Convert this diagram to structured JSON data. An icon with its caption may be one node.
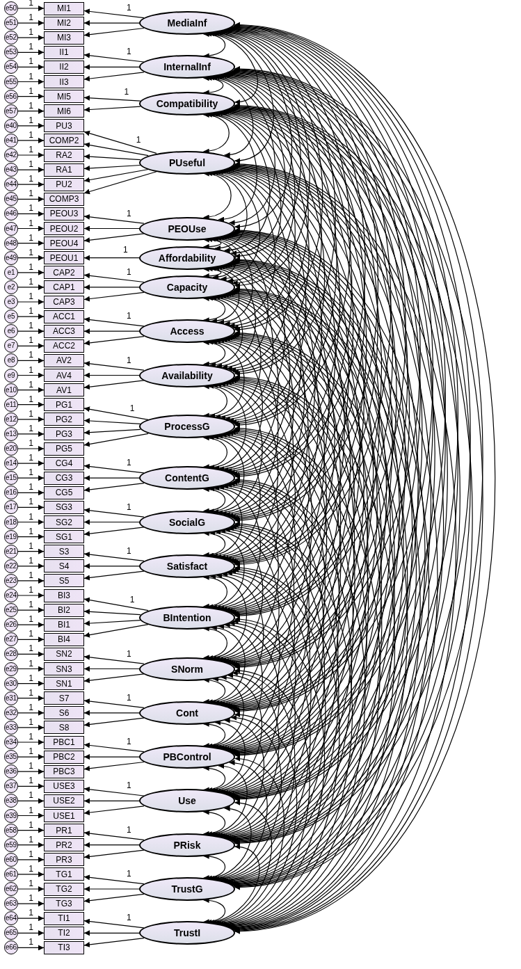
{
  "diagram": {
    "nodes": [
      {
        "text": [
          "MediaInf"
        ]
      },
      {
        "text": [
          "InternalInf"
        ]
      },
      {
        "text": [
          "Compatibility"
        ]
      },
      {
        "text": [
          "PUseful"
        ]
      },
      {
        "text": [
          "PEOUse"
        ]
      },
      {
        "text": [
          "Affordability"
        ]
      },
      {
        "text": [
          "Capacity"
        ]
      },
      {
        "text": [
          "Access"
        ]
      },
      {
        "text": [
          "Availability"
        ]
      },
      {
        "text": [
          "ProcessG"
        ]
      },
      {
        "text": [
          "ContentG"
        ]
      },
      {
        "text": [
          "SocialG"
        ]
      },
      {
        "text": [
          "Satisfact"
        ]
      },
      {
        "text": [
          "BIntention"
        ]
      },
      {
        "text": [
          "SNorm"
        ]
      },
      {
        "text": [
          "Cont"
        ]
      },
      {
        "text": [
          "PBControl"
        ]
      },
      {
        "text": [
          "Use"
        ]
      },
      {
        "text": [
          "PRisk"
        ]
      },
      {
        "text": [
          "TrustG"
        ]
      },
      {
        "text": [
          "TrustI"
        ]
      },
      {
        "text": [
          "MI1"
        ]
      },
      {
        "text": [
          "MI2"
        ]
      },
      {
        "text": [
          "MI3"
        ]
      },
      {
        "text": [
          "II1"
        ]
      },
      {
        "text": [
          "II2"
        ]
      },
      {
        "text": [
          "II3"
        ]
      },
      {
        "text": [
          "MI5"
        ]
      },
      {
        "text": [
          "MI6"
        ]
      },
      {
        "text": [
          "PU3"
        ]
      },
      {
        "text": [
          "COMP2"
        ]
      },
      {
        "text": [
          "RA2"
        ]
      },
      {
        "text": [
          "RA1"
        ]
      },
      {
        "text": [
          "PU2"
        ]
      },
      {
        "text": [
          "COMP3"
        ]
      },
      {
        "text": [
          "PEOU3"
        ]
      },
      {
        "text": [
          "PEOU2"
        ]
      },
      {
        "text": [
          "PEOU4"
        ]
      },
      {
        "text": [
          "PEOU1"
        ]
      },
      {
        "text": [
          "CAP2"
        ]
      },
      {
        "text": [
          "CAP1"
        ]
      },
      {
        "text": [
          "CAP3"
        ]
      },
      {
        "text": [
          "ACC1"
        ]
      },
      {
        "text": [
          "ACC3"
        ]
      },
      {
        "text": [
          "ACC2"
        ]
      },
      {
        "text": [
          "AV2"
        ]
      },
      {
        "text": [
          "AV4"
        ]
      },
      {
        "text": [
          "AV1"
        ]
      },
      {
        "text": [
          "PG1"
        ]
      },
      {
        "text": [
          "PG2"
        ]
      },
      {
        "text": [
          "PG3"
        ]
      },
      {
        "text": [
          "PG5"
        ]
      },
      {
        "text": [
          "CG4"
        ]
      },
      {
        "text": [
          "CG3"
        ]
      },
      {
        "text": [
          "CG5"
        ]
      },
      {
        "text": [
          "SG3"
        ]
      },
      {
        "text": [
          "SG2"
        ]
      },
      {
        "text": [
          "SG1"
        ]
      },
      {
        "text": [
          "S3"
        ]
      },
      {
        "text": [
          "S4"
        ]
      },
      {
        "text": [
          "S5"
        ]
      },
      {
        "text": [
          "BI3"
        ]
      },
      {
        "text": [
          "BI2"
        ]
      },
      {
        "text": [
          "BI1"
        ]
      },
      {
        "text": [
          "BI4"
        ]
      },
      {
        "text": [
          "SN2"
        ]
      },
      {
        "text": [
          "SN3"
        ]
      },
      {
        "text": [
          "SN1"
        ]
      },
      {
        "text": [
          "S7"
        ]
      },
      {
        "text": [
          "S6"
        ]
      },
      {
        "text": [
          "S8"
        ]
      },
      {
        "text": [
          "PBC1"
        ]
      },
      {
        "text": [
          "PBC2"
        ]
      },
      {
        "text": [
          "PBC3"
        ]
      },
      {
        "text": [
          "USE3"
        ]
      },
      {
        "text": [
          "USE2"
        ]
      },
      {
        "text": [
          "USE1"
        ]
      },
      {
        "text": [
          "PR1"
        ]
      },
      {
        "text": [
          "PR2"
        ]
      },
      {
        "text": [
          "PR3"
        ]
      },
      {
        "text": [
          "TG1"
        ]
      },
      {
        "text": [
          "TG2"
        ]
      },
      {
        "text": [
          "TG3"
        ]
      },
      {
        "text": [
          "TI1"
        ]
      },
      {
        "text": [
          "TI2"
        ]
      },
      {
        "text": [
          "TI3"
        ]
      },
      {
        "text": [
          "e50"
        ]
      },
      {
        "text": [
          "e51"
        ]
      },
      {
        "text": [
          "e52"
        ]
      },
      {
        "text": [
          "e53"
        ]
      },
      {
        "text": [
          "e54"
        ]
      },
      {
        "text": [
          "e55"
        ]
      },
      {
        "text": [
          "e56"
        ]
      },
      {
        "text": [
          "e57"
        ]
      },
      {
        "text": [
          "e40"
        ]
      },
      {
        "text": [
          "e41"
        ]
      },
      {
        "text": [
          "e42"
        ]
      },
      {
        "text": [
          "e43"
        ]
      },
      {
        "text": [
          "e44"
        ]
      },
      {
        "text": [
          "e45"
        ]
      },
      {
        "text": [
          "e46"
        ]
      },
      {
        "text": [
          "e47"
        ]
      },
      {
        "text": [
          "e48"
        ]
      },
      {
        "text": [
          "e49"
        ]
      },
      {
        "text": [
          "e1"
        ]
      },
      {
        "text": [
          "e2"
        ]
      },
      {
        "text": [
          "e3"
        ]
      },
      {
        "text": [
          "e5"
        ]
      },
      {
        "text": [
          "e6"
        ]
      },
      {
        "text": [
          "e7"
        ]
      },
      {
        "text": [
          "e8"
        ]
      },
      {
        "text": [
          "e9"
        ]
      },
      {
        "text": [
          "e10"
        ]
      },
      {
        "text": [
          "e11"
        ]
      },
      {
        "text": [
          "e12"
        ]
      },
      {
        "text": [
          "e13"
        ]
      },
      {
        "text": [
          "e20"
        ]
      },
      {
        "text": [
          "e14"
        ]
      },
      {
        "text": [
          "e15"
        ]
      },
      {
        "text": [
          "e16"
        ]
      },
      {
        "text": [
          "e17"
        ]
      },
      {
        "text": [
          "e18"
        ]
      },
      {
        "text": [
          "e19"
        ]
      },
      {
        "text": [
          "e21"
        ]
      },
      {
        "text": [
          "e22"
        ]
      },
      {
        "text": [
          "e23"
        ]
      },
      {
        "text": [
          "e24"
        ]
      },
      {
        "text": [
          "e25"
        ]
      },
      {
        "text": [
          "e26"
        ]
      },
      {
        "text": [
          "e27"
        ]
      },
      {
        "text": [
          "e28"
        ]
      },
      {
        "text": [
          "e29"
        ]
      },
      {
        "text": [
          "e30"
        ]
      },
      {
        "text": [
          "e31"
        ]
      },
      {
        "text": [
          "e32"
        ]
      },
      {
        "text": [
          "e33"
        ]
      },
      {
        "text": [
          "e34"
        ]
      },
      {
        "text": [
          "e35"
        ]
      },
      {
        "text": [
          "e36"
        ]
      },
      {
        "text": [
          "e37"
        ]
      },
      {
        "text": [
          "e38"
        ]
      },
      {
        "text": [
          "e39"
        ]
      },
      {
        "text": [
          "e58"
        ]
      },
      {
        "text": [
          "e59"
        ]
      },
      {
        "text": [
          "e60"
        ]
      },
      {
        "text": [
          "e61"
        ]
      },
      {
        "text": [
          "e62"
        ]
      },
      {
        "text": [
          "e63"
        ]
      },
      {
        "text": [
          "e64"
        ]
      },
      {
        "text": [
          "e65"
        ]
      },
      {
        "text": [
          "e66"
        ]
      }
    ],
    "edges": [
      {
        "from": 86,
        "to": 21,
        "arrow": "to",
        "label": "1"
      },
      {
        "from": 87,
        "to": 22,
        "arrow": "to",
        "label": "1"
      },
      {
        "from": 88,
        "to": 23,
        "arrow": "to",
        "label": "1"
      },
      {
        "from": 89,
        "to": 24,
        "arrow": "to",
        "label": "1"
      },
      {
        "from": 90,
        "to": 25,
        "arrow": "to",
        "label": "1"
      },
      {
        "from": 91,
        "to": 26,
        "arrow": "to",
        "label": "1"
      },
      {
        "from": 92,
        "to": 27,
        "arrow": "to",
        "label": "1"
      },
      {
        "from": 93,
        "to": 28,
        "arrow": "to",
        "label": "1"
      },
      {
        "from": 94,
        "to": 29,
        "arrow": "to",
        "label": "1"
      },
      {
        "from": 95,
        "to": 30,
        "arrow": "to",
        "label": "1"
      },
      {
        "from": 96,
        "to": 31,
        "arrow": "to",
        "label": "1"
      },
      {
        "from": 97,
        "to": 32,
        "arrow": "to",
        "label": "1"
      },
      {
        "from": 98,
        "to": 33,
        "arrow": "to",
        "label": "1"
      },
      {
        "from": 99,
        "to": 34,
        "arrow": "to",
        "label": "1"
      },
      {
        "from": 100,
        "to": 35,
        "arrow": "to",
        "label": "1"
      },
      {
        "from": 101,
        "to": 36,
        "arrow": "to",
        "label": "1"
      },
      {
        "from": 102,
        "to": 37,
        "arrow": "to",
        "label": "1"
      },
      {
        "from": 103,
        "to": 38,
        "arrow": "to",
        "label": "1"
      },
      {
        "from": 104,
        "to": 39,
        "arrow": "to",
        "label": "1"
      },
      {
        "from": 105,
        "to": 40,
        "arrow": "to",
        "label": "1"
      },
      {
        "from": 106,
        "to": 41,
        "arrow": "to",
        "label": "1"
      },
      {
        "from": 107,
        "to": 42,
        "arrow": "to",
        "label": "1"
      },
      {
        "from": 108,
        "to": 43,
        "arrow": "to",
        "label": "1"
      },
      {
        "from": 109,
        "to": 44,
        "arrow": "to",
        "label": "1"
      },
      {
        "from": 110,
        "to": 45,
        "arrow": "to",
        "label": "1"
      },
      {
        "from": 111,
        "to": 46,
        "arrow": "to",
        "label": "1"
      },
      {
        "from": 112,
        "to": 47,
        "arrow": "to",
        "label": "1"
      },
      {
        "from": 113,
        "to": 48,
        "arrow": "to",
        "label": "1"
      },
      {
        "from": 114,
        "to": 49,
        "arrow": "to",
        "label": "1"
      },
      {
        "from": 115,
        "to": 50,
        "arrow": "to",
        "label": "1"
      },
      {
        "from": 116,
        "to": 51,
        "arrow": "to",
        "label": "1"
      },
      {
        "from": 117,
        "to": 52,
        "arrow": "to",
        "label": "1"
      },
      {
        "from": 118,
        "to": 53,
        "arrow": "to",
        "label": "1"
      },
      {
        "from": 119,
        "to": 54,
        "arrow": "to",
        "label": "1"
      },
      {
        "from": 120,
        "to": 55,
        "arrow": "to",
        "label": "1"
      },
      {
        "from": 121,
        "to": 56,
        "arrow": "to",
        "label": "1"
      },
      {
        "from": 122,
        "to": 57,
        "arrow": "to",
        "label": "1"
      },
      {
        "from": 123,
        "to": 58,
        "arrow": "to",
        "label": "1"
      },
      {
        "from": 124,
        "to": 59,
        "arrow": "to",
        "label": "1"
      },
      {
        "from": 125,
        "to": 60,
        "arrow": "to",
        "label": "1"
      },
      {
        "from": 126,
        "to": 61,
        "arrow": "to",
        "label": "1"
      },
      {
        "from": 127,
        "to": 62,
        "arrow": "to",
        "label": "1"
      },
      {
        "from": 128,
        "to": 63,
        "arrow": "to",
        "label": "1"
      },
      {
        "from": 129,
        "to": 64,
        "arrow": "to",
        "label": "1"
      },
      {
        "from": 130,
        "to": 65,
        "arrow": "to",
        "label": "1"
      },
      {
        "from": 131,
        "to": 66,
        "arrow": "to",
        "label": "1"
      },
      {
        "from": 132,
        "to": 67,
        "arrow": "to",
        "label": "1"
      },
      {
        "from": 133,
        "to": 68,
        "arrow": "to",
        "label": "1"
      },
      {
        "from": 134,
        "to": 69,
        "arrow": "to",
        "label": "1"
      },
      {
        "from": 135,
        "to": 70,
        "arrow": "to",
        "label": "1"
      },
      {
        "from": 136,
        "to": 71,
        "arrow": "to",
        "label": "1"
      },
      {
        "from": 137,
        "to": 72,
        "arrow": "to",
        "label": "1"
      },
      {
        "from": 138,
        "to": 73,
        "arrow": "to",
        "label": "1"
      },
      {
        "from": 139,
        "to": 74,
        "arrow": "to",
        "label": "1"
      },
      {
        "from": 140,
        "to": 75,
        "arrow": "to",
        "label": "1"
      },
      {
        "from": 141,
        "to": 76,
        "arrow": "to",
        "label": "1"
      },
      {
        "from": 142,
        "to": 77,
        "arrow": "to",
        "label": "1"
      },
      {
        "from": 143,
        "to": 78,
        "arrow": "to",
        "label": "1"
      },
      {
        "from": 144,
        "to": 79,
        "arrow": "to",
        "label": "1"
      },
      {
        "from": 145,
        "to": 80,
        "arrow": "to",
        "label": "1"
      },
      {
        "from": 146,
        "to": 81,
        "arrow": "to",
        "label": "1"
      },
      {
        "from": 147,
        "to": 82,
        "arrow": "to",
        "label": "1"
      },
      {
        "from": 148,
        "to": 83,
        "arrow": "to",
        "label": "1"
      },
      {
        "from": 149,
        "to": 84,
        "arrow": "to",
        "label": "1"
      },
      {
        "from": 150,
        "to": 85,
        "arrow": "to",
        "label": "1"
      },
      {
        "from": 0,
        "to": 21,
        "arrow": "to",
        "label": "1"
      },
      {
        "from": 0,
        "to": 22,
        "arrow": "to"
      },
      {
        "from": 0,
        "to": 23,
        "arrow": "to"
      },
      {
        "from": 1,
        "to": 24,
        "arrow": "to",
        "label": "1"
      },
      {
        "from": 1,
        "to": 25,
        "arrow": "to"
      },
      {
        "from": 1,
        "to": 26,
        "arrow": "to"
      },
      {
        "from": 2,
        "to": 27,
        "arrow": "to",
        "label": "1"
      },
      {
        "from": 2,
        "to": 28,
        "arrow": "to"
      },
      {
        "from": 3,
        "to": 29,
        "arrow": "to",
        "label": "1"
      },
      {
        "from": 3,
        "to": 30,
        "arrow": "to"
      },
      {
        "from": 3,
        "to": 31,
        "arrow": "to"
      },
      {
        "from": 3,
        "to": 32,
        "arrow": "to"
      },
      {
        "from": 3,
        "to": 33,
        "arrow": "to"
      },
      {
        "from": 3,
        "to": 34,
        "arrow": "to"
      },
      {
        "from": 4,
        "to": 35,
        "arrow": "to",
        "label": "1"
      },
      {
        "from": 4,
        "to": 36,
        "arrow": "to"
      },
      {
        "from": 4,
        "to": 37,
        "arrow": "to"
      },
      {
        "from": 5,
        "to": 38,
        "arrow": "to",
        "label": "1"
      },
      {
        "from": 6,
        "to": 39,
        "arrow": "to",
        "label": "1"
      },
      {
        "from": 6,
        "to": 40,
        "arrow": "to"
      },
      {
        "from": 6,
        "to": 41,
        "arrow": "to"
      },
      {
        "from": 7,
        "to": 42,
        "arrow": "to",
        "label": "1"
      },
      {
        "from": 7,
        "to": 43,
        "arrow": "to"
      },
      {
        "from": 7,
        "to": 44,
        "arrow": "to"
      },
      {
        "from": 8,
        "to": 45,
        "arrow": "to",
        "label": "1"
      },
      {
        "from": 8,
        "to": 46,
        "arrow": "to"
      },
      {
        "from": 8,
        "to": 47,
        "arrow": "to"
      },
      {
        "from": 9,
        "to": 48,
        "arrow": "to",
        "label": "1"
      },
      {
        "from": 9,
        "to": 49,
        "arrow": "to"
      },
      {
        "from": 9,
        "to": 50,
        "arrow": "to"
      },
      {
        "from": 9,
        "to": 51,
        "arrow": "to"
      },
      {
        "from": 10,
        "to": 52,
        "arrow": "to",
        "label": "1"
      },
      {
        "from": 10,
        "to": 53,
        "arrow": "to"
      },
      {
        "from": 10,
        "to": 54,
        "arrow": "to"
      },
      {
        "from": 11,
        "to": 55,
        "arrow": "to",
        "label": "1"
      },
      {
        "from": 11,
        "to": 56,
        "arrow": "to"
      },
      {
        "from": 11,
        "to": 57,
        "arrow": "to"
      },
      {
        "from": 12,
        "to": 58,
        "arrow": "to",
        "label": "1"
      },
      {
        "from": 12,
        "to": 59,
        "arrow": "to"
      },
      {
        "from": 12,
        "to": 60,
        "arrow": "to"
      },
      {
        "from": 13,
        "to": 61,
        "arrow": "to",
        "label": "1"
      },
      {
        "from": 13,
        "to": 62,
        "arrow": "to"
      },
      {
        "from": 13,
        "to": 63,
        "arrow": "to"
      },
      {
        "from": 13,
        "to": 64,
        "arrow": "to"
      },
      {
        "from": 14,
        "to": 65,
        "arrow": "to",
        "label": "1"
      },
      {
        "from": 14,
        "to": 66,
        "arrow": "to"
      },
      {
        "from": 14,
        "to": 67,
        "arrow": "to"
      },
      {
        "from": 15,
        "to": 68,
        "arrow": "to",
        "label": "1"
      },
      {
        "from": 15,
        "to": 69,
        "arrow": "to"
      },
      {
        "from": 15,
        "to": 70,
        "arrow": "to"
      },
      {
        "from": 16,
        "to": 71,
        "arrow": "to",
        "label": "1"
      },
      {
        "from": 16,
        "to": 72,
        "arrow": "to"
      },
      {
        "from": 16,
        "to": 73,
        "arrow": "to"
      },
      {
        "from": 17,
        "to": 74,
        "arrow": "to",
        "label": "1"
      },
      {
        "from": 17,
        "to": 75,
        "arrow": "to"
      },
      {
        "from": 17,
        "to": 76,
        "arrow": "to"
      },
      {
        "from": 18,
        "to": 77,
        "arrow": "to",
        "label": "1"
      },
      {
        "from": 18,
        "to": 78,
        "arrow": "to"
      },
      {
        "from": 18,
        "to": 79,
        "arrow": "to"
      },
      {
        "from": 19,
        "to": 80,
        "arrow": "to",
        "label": "1"
      },
      {
        "from": 19,
        "to": 81,
        "arrow": "to"
      },
      {
        "from": 19,
        "to": 82,
        "arrow": "to"
      },
      {
        "from": 20,
        "to": 83,
        "arrow": "to",
        "label": "1"
      },
      {
        "from": 20,
        "to": 84,
        "arrow": "to"
      },
      {
        "from": 20,
        "to": 85,
        "arrow": "to"
      },
      {
        "from": 0,
        "to": 1,
        "arrow": "both"
      },
      {
        "from": 0,
        "to": 2,
        "arrow": "both"
      },
      {
        "from": 0,
        "to": 3,
        "arrow": "both"
      },
      {
        "from": 0,
        "to": 4,
        "arrow": "both"
      },
      {
        "from": 0,
        "to": 5,
        "arrow": "both"
      },
      {
        "from": 0,
        "to": 6,
        "arrow": "both"
      },
      {
        "from": 0,
        "to": 7,
        "arrow": "both"
      },
      {
        "from": 0,
        "to": 8,
        "arrow": "both"
      },
      {
        "from": 0,
        "to": 9,
        "arrow": "both"
      },
      {
        "from": 0,
        "to": 10,
        "arrow": "both"
      },
      {
        "from": 0,
        "to": 11,
        "arrow": "both"
      },
      {
        "from": 0,
        "to": 12,
        "arrow": "both"
      },
      {
        "from": 0,
        "to": 13,
        "arrow": "both"
      },
      {
        "from": 0,
        "to": 14,
        "arrow": "both"
      },
      {
        "from": 0,
        "to": 15,
        "arrow": "both"
      },
      {
        "from": 0,
        "to": 16,
        "arrow": "both"
      },
      {
        "from": 0,
        "to": 17,
        "arrow": "both"
      },
      {
        "from": 0,
        "to": 18,
        "arrow": "both"
      },
      {
        "from": 0,
        "to": 19,
        "arrow": "both"
      },
      {
        "from": 0,
        "to": 20,
        "arrow": "both"
      },
      {
        "from": 1,
        "to": 2,
        "arrow": "both"
      },
      {
        "from": 1,
        "to": 3,
        "arrow": "both"
      },
      {
        "from": 1,
        "to": 4,
        "arrow": "both"
      },
      {
        "from": 1,
        "to": 5,
        "arrow": "both"
      },
      {
        "from": 1,
        "to": 6,
        "arrow": "both"
      },
      {
        "from": 1,
        "to": 7,
        "arrow": "both"
      },
      {
        "from": 1,
        "to": 8,
        "arrow": "both"
      },
      {
        "from": 1,
        "to": 9,
        "arrow": "both"
      },
      {
        "from": 1,
        "to": 10,
        "arrow": "both"
      },
      {
        "from": 1,
        "to": 11,
        "arrow": "both"
      },
      {
        "from": 1,
        "to": 12,
        "arrow": "both"
      },
      {
        "from": 1,
        "to": 13,
        "arrow": "both"
      },
      {
        "from": 1,
        "to": 14,
        "arrow": "both"
      },
      {
        "from": 1,
        "to": 15,
        "arrow": "both"
      },
      {
        "from": 1,
        "to": 16,
        "arrow": "both"
      },
      {
        "from": 1,
        "to": 17,
        "arrow": "both"
      },
      {
        "from": 1,
        "to": 18,
        "arrow": "both"
      },
      {
        "from": 1,
        "to": 19,
        "arrow": "both"
      },
      {
        "from": 1,
        "to": 20,
        "arrow": "both"
      },
      {
        "from": 2,
        "to": 3,
        "arrow": "both"
      },
      {
        "from": 2,
        "to": 4,
        "arrow": "both"
      },
      {
        "from": 2,
        "to": 5,
        "arrow": "both"
      },
      {
        "from": 2,
        "to": 6,
        "arrow": "both"
      },
      {
        "from": 2,
        "to": 7,
        "arrow": "both"
      },
      {
        "from": 2,
        "to": 8,
        "arrow": "both"
      },
      {
        "from": 2,
        "to": 9,
        "arrow": "both"
      },
      {
        "from": 2,
        "to": 10,
        "arrow": "both"
      },
      {
        "from": 2,
        "to": 11,
        "arrow": "both"
      },
      {
        "from": 2,
        "to": 12,
        "arrow": "both"
      },
      {
        "from": 2,
        "to": 13,
        "arrow": "both"
      },
      {
        "from": 2,
        "to": 14,
        "arrow": "both"
      },
      {
        "from": 2,
        "to": 15,
        "arrow": "both"
      },
      {
        "from": 2,
        "to": 16,
        "arrow": "both"
      },
      {
        "from": 2,
        "to": 17,
        "arrow": "both"
      },
      {
        "from": 2,
        "to": 18,
        "arrow": "both"
      },
      {
        "from": 2,
        "to": 19,
        "arrow": "both"
      },
      {
        "from": 2,
        "to": 20,
        "arrow": "both"
      },
      {
        "from": 3,
        "to": 4,
        "arrow": "both"
      },
      {
        "from": 3,
        "to": 5,
        "arrow": "both"
      },
      {
        "from": 3,
        "to": 6,
        "arrow": "both"
      },
      {
        "from": 3,
        "to": 7,
        "arrow": "both"
      },
      {
        "from": 3,
        "to": 8,
        "arrow": "both"
      },
      {
        "from": 3,
        "to": 9,
        "arrow": "both"
      },
      {
        "from": 3,
        "to": 10,
        "arrow": "both"
      },
      {
        "from": 3,
        "to": 11,
        "arrow": "both"
      },
      {
        "from": 3,
        "to": 12,
        "arrow": "both"
      },
      {
        "from": 3,
        "to": 13,
        "arrow": "both"
      },
      {
        "from": 3,
        "to": 14,
        "arrow": "both"
      },
      {
        "from": 3,
        "to": 15,
        "arrow": "both"
      },
      {
        "from": 3,
        "to": 16,
        "arrow": "both"
      },
      {
        "from": 3,
        "to": 17,
        "arrow": "both"
      },
      {
        "from": 3,
        "to": 18,
        "arrow": "both"
      },
      {
        "from": 3,
        "to": 19,
        "arrow": "both"
      },
      {
        "from": 3,
        "to": 20,
        "arrow": "both"
      },
      {
        "from": 4,
        "to": 5,
        "arrow": "both"
      },
      {
        "from": 4,
        "to": 6,
        "arrow": "both"
      },
      {
        "from": 4,
        "to": 7,
        "arrow": "both"
      },
      {
        "from": 4,
        "to": 8,
        "arrow": "both"
      },
      {
        "from": 4,
        "to": 9,
        "arrow": "both"
      },
      {
        "from": 4,
        "to": 10,
        "arrow": "both"
      },
      {
        "from": 4,
        "to": 11,
        "arrow": "both"
      },
      {
        "from": 4,
        "to": 12,
        "arrow": "both"
      },
      {
        "from": 4,
        "to": 13,
        "arrow": "both"
      },
      {
        "from": 4,
        "to": 14,
        "arrow": "both"
      },
      {
        "from": 4,
        "to": 15,
        "arrow": "both"
      },
      {
        "from": 4,
        "to": 16,
        "arrow": "both"
      },
      {
        "from": 4,
        "to": 17,
        "arrow": "both"
      },
      {
        "from": 4,
        "to": 18,
        "arrow": "both"
      },
      {
        "from": 4,
        "to": 19,
        "arrow": "both"
      },
      {
        "from": 4,
        "to": 20,
        "arrow": "both"
      },
      {
        "from": 5,
        "to": 6,
        "arrow": "both"
      },
      {
        "from": 5,
        "to": 7,
        "arrow": "both"
      },
      {
        "from": 5,
        "to": 8,
        "arrow": "both"
      },
      {
        "from": 5,
        "to": 9,
        "arrow": "both"
      },
      {
        "from": 5,
        "to": 10,
        "arrow": "both"
      },
      {
        "from": 5,
        "to": 11,
        "arrow": "both"
      },
      {
        "from": 5,
        "to": 12,
        "arrow": "both"
      },
      {
        "from": 5,
        "to": 13,
        "arrow": "both"
      },
      {
        "from": 5,
        "to": 14,
        "arrow": "both"
      },
      {
        "from": 5,
        "to": 15,
        "arrow": "both"
      },
      {
        "from": 5,
        "to": 16,
        "arrow": "both"
      },
      {
        "from": 5,
        "to": 17,
        "arrow": "both"
      },
      {
        "from": 5,
        "to": 18,
        "arrow": "both"
      },
      {
        "from": 5,
        "to": 19,
        "arrow": "both"
      },
      {
        "from": 5,
        "to": 20,
        "arrow": "both"
      },
      {
        "from": 6,
        "to": 7,
        "arrow": "both"
      },
      {
        "from": 6,
        "to": 8,
        "arrow": "both"
      },
      {
        "from": 6,
        "to": 9,
        "arrow": "both"
      },
      {
        "from": 6,
        "to": 10,
        "arrow": "both"
      },
      {
        "from": 6,
        "to": 11,
        "arrow": "both"
      },
      {
        "from": 6,
        "to": 12,
        "arrow": "both"
      },
      {
        "from": 6,
        "to": 13,
        "arrow": "both"
      },
      {
        "from": 6,
        "to": 14,
        "arrow": "both"
      },
      {
        "from": 6,
        "to": 15,
        "arrow": "both"
      },
      {
        "from": 6,
        "to": 16,
        "arrow": "both"
      },
      {
        "from": 6,
        "to": 17,
        "arrow": "both"
      },
      {
        "from": 6,
        "to": 18,
        "arrow": "both"
      },
      {
        "from": 6,
        "to": 19,
        "arrow": "both"
      },
      {
        "from": 6,
        "to": 20,
        "arrow": "both"
      },
      {
        "from": 7,
        "to": 8,
        "arrow": "both"
      },
      {
        "from": 7,
        "to": 9,
        "arrow": "both"
      },
      {
        "from": 7,
        "to": 10,
        "arrow": "both"
      },
      {
        "from": 7,
        "to": 11,
        "arrow": "both"
      },
      {
        "from": 7,
        "to": 12,
        "arrow": "both"
      },
      {
        "from": 7,
        "to": 13,
        "arrow": "both"
      },
      {
        "from": 7,
        "to": 14,
        "arrow": "both"
      },
      {
        "from": 7,
        "to": 15,
        "arrow": "both"
      },
      {
        "from": 7,
        "to": 16,
        "arrow": "both"
      },
      {
        "from": 7,
        "to": 17,
        "arrow": "both"
      },
      {
        "from": 7,
        "to": 18,
        "arrow": "both"
      },
      {
        "from": 7,
        "to": 19,
        "arrow": "both"
      },
      {
        "from": 7,
        "to": 20,
        "arrow": "both"
      },
      {
        "from": 8,
        "to": 9,
        "arrow": "both"
      },
      {
        "from": 8,
        "to": 10,
        "arrow": "both"
      },
      {
        "from": 8,
        "to": 11,
        "arrow": "both"
      },
      {
        "from": 8,
        "to": 12,
        "arrow": "both"
      },
      {
        "from": 8,
        "to": 13,
        "arrow": "both"
      },
      {
        "from": 8,
        "to": 14,
        "arrow": "both"
      },
      {
        "from": 8,
        "to": 15,
        "arrow": "both"
      },
      {
        "from": 8,
        "to": 16,
        "arrow": "both"
      },
      {
        "from": 8,
        "to": 17,
        "arrow": "both"
      },
      {
        "from": 8,
        "to": 18,
        "arrow": "both"
      },
      {
        "from": 8,
        "to": 19,
        "arrow": "both"
      },
      {
        "from": 8,
        "to": 20,
        "arrow": "both"
      },
      {
        "from": 9,
        "to": 10,
        "arrow": "both"
      },
      {
        "from": 9,
        "to": 11,
        "arrow": "both"
      },
      {
        "from": 9,
        "to": 12,
        "arrow": "both"
      },
      {
        "from": 9,
        "to": 13,
        "arrow": "both"
      },
      {
        "from": 9,
        "to": 14,
        "arrow": "both"
      },
      {
        "from": 9,
        "to": 15,
        "arrow": "both"
      },
      {
        "from": 9,
        "to": 16,
        "arrow": "both"
      },
      {
        "from": 9,
        "to": 17,
        "arrow": "both"
      },
      {
        "from": 9,
        "to": 18,
        "arrow": "both"
      },
      {
        "from": 9,
        "to": 19,
        "arrow": "both"
      },
      {
        "from": 9,
        "to": 20,
        "arrow": "both"
      },
      {
        "from": 10,
        "to": 11,
        "arrow": "both"
      },
      {
        "from": 10,
        "to": 12,
        "arrow": "both"
      },
      {
        "from": 10,
        "to": 13,
        "arrow": "both"
      },
      {
        "from": 10,
        "to": 14,
        "arrow": "both"
      },
      {
        "from": 10,
        "to": 15,
        "arrow": "both"
      },
      {
        "from": 10,
        "to": 16,
        "arrow": "both"
      },
      {
        "from": 10,
        "to": 17,
        "arrow": "both"
      },
      {
        "from": 10,
        "to": 18,
        "arrow": "both"
      },
      {
        "from": 10,
        "to": 19,
        "arrow": "both"
      },
      {
        "from": 10,
        "to": 20,
        "arrow": "both"
      },
      {
        "from": 11,
        "to": 12,
        "arrow": "both"
      },
      {
        "from": 11,
        "to": 13,
        "arrow": "both"
      },
      {
        "from": 11,
        "to": 14,
        "arrow": "both"
      },
      {
        "from": 11,
        "to": 15,
        "arrow": "both"
      },
      {
        "from": 11,
        "to": 16,
        "arrow": "both"
      },
      {
        "from": 11,
        "to": 17,
        "arrow": "both"
      },
      {
        "from": 11,
        "to": 18,
        "arrow": "both"
      },
      {
        "from": 11,
        "to": 19,
        "arrow": "both"
      },
      {
        "from": 11,
        "to": 20,
        "arrow": "both"
      },
      {
        "from": 12,
        "to": 13,
        "arrow": "both"
      },
      {
        "from": 12,
        "to": 14,
        "arrow": "both"
      },
      {
        "from": 12,
        "to": 15,
        "arrow": "both"
      },
      {
        "from": 12,
        "to": 16,
        "arrow": "both"
      },
      {
        "from": 12,
        "to": 17,
        "arrow": "both"
      },
      {
        "from": 12,
        "to": 18,
        "arrow": "both"
      },
      {
        "from": 12,
        "to": 19,
        "arrow": "both"
      },
      {
        "from": 12,
        "to": 20,
        "arrow": "both"
      },
      {
        "from": 13,
        "to": 14,
        "arrow": "both"
      },
      {
        "from": 13,
        "to": 15,
        "arrow": "both"
      },
      {
        "from": 13,
        "to": 16,
        "arrow": "both"
      },
      {
        "from": 13,
        "to": 17,
        "arrow": "both"
      },
      {
        "from": 13,
        "to": 18,
        "arrow": "both"
      },
      {
        "from": 13,
        "to": 19,
        "arrow": "both"
      },
      {
        "from": 13,
        "to": 20,
        "arrow": "both"
      },
      {
        "from": 14,
        "to": 15,
        "arrow": "both"
      },
      {
        "from": 14,
        "to": 16,
        "arrow": "both"
      },
      {
        "from": 14,
        "to": 17,
        "arrow": "both"
      },
      {
        "from": 14,
        "to": 18,
        "arrow": "both"
      },
      {
        "from": 14,
        "to": 19,
        "arrow": "both"
      },
      {
        "from": 14,
        "to": 20,
        "arrow": "both"
      },
      {
        "from": 15,
        "to": 16,
        "arrow": "both"
      },
      {
        "from": 15,
        "to": 17,
        "arrow": "both"
      },
      {
        "from": 15,
        "to": 18,
        "arrow": "both"
      },
      {
        "from": 15,
        "to": 19,
        "arrow": "both"
      },
      {
        "from": 15,
        "to": 20,
        "arrow": "both"
      },
      {
        "from": 16,
        "to": 17,
        "arrow": "both"
      },
      {
        "from": 16,
        "to": 18,
        "arrow": "both"
      },
      {
        "from": 16,
        "to": 19,
        "arrow": "both"
      },
      {
        "from": 16,
        "to": 20,
        "arrow": "both"
      },
      {
        "from": 17,
        "to": 18,
        "arrow": "both"
      },
      {
        "from": 17,
        "to": 19,
        "arrow": "both"
      },
      {
        "from": 17,
        "to": 20,
        "arrow": "both"
      },
      {
        "from": 18,
        "to": 19,
        "arrow": "both"
      },
      {
        "from": 18,
        "to": 20,
        "arrow": "both"
      },
      {
        "from": 19,
        "to": 20,
        "arrow": "both"
      }
    ]
  }
}
